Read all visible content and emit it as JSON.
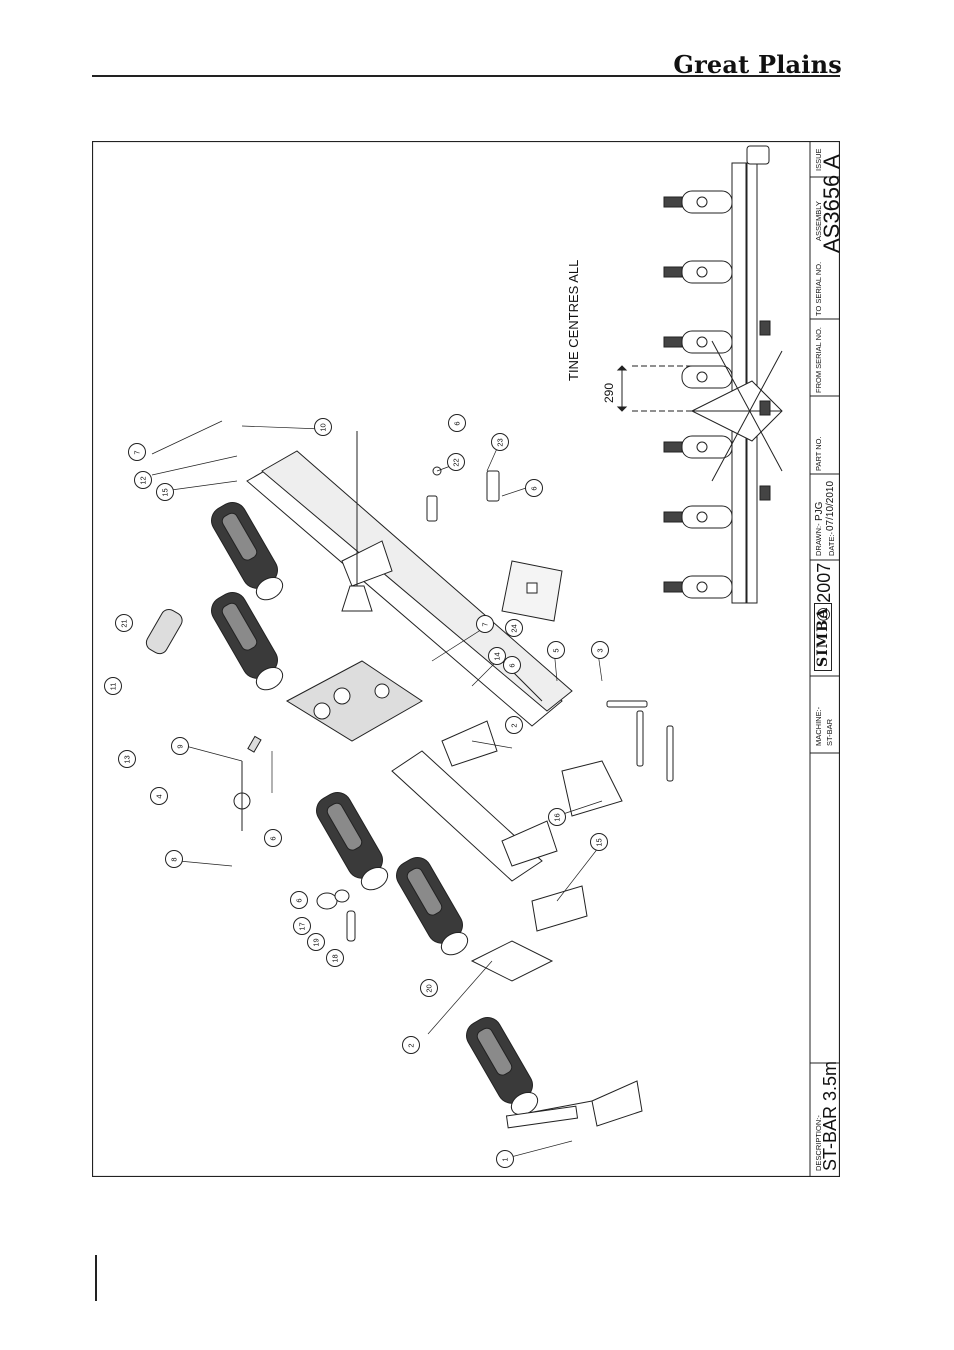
{
  "header": {
    "brand": "Great Plains"
  },
  "title_block": {
    "description_label": "DESCRIPTION:-",
    "description_value": "ST-BAR 3.5m",
    "machine_label": "MACHINE:-",
    "machine_value": "ST-BAR",
    "logo_text": "SIMBA",
    "copyright": "© 2007",
    "drawn_label": "DRAWN:-",
    "drawn_value": "PJG",
    "date_label": "DATE:-",
    "date_value": "07/10/2010",
    "part_no_label": "PART NO.",
    "from_serial_label": "FROM SERIAL NO.",
    "to_serial_label": "TO SERIAL NO.",
    "assembly_label": "ASSEMBLY",
    "assembly_value": "AS3656",
    "issue_label": "ISSUE",
    "issue_value": "A"
  },
  "plan_view": {
    "note": "TINE CENTRES ALL",
    "dimension": "290"
  },
  "balloons": [
    "1",
    "2",
    "2",
    "3",
    "4",
    "5",
    "6",
    "6",
    "6",
    "6",
    "6",
    "7",
    "7",
    "8",
    "9",
    "10",
    "11",
    "12",
    "13",
    "14",
    "15",
    "15",
    "16",
    "17",
    "18",
    "19",
    "20",
    "21",
    "22",
    "23",
    "24"
  ],
  "colors": {
    "line": "#222222",
    "fill_dark": "#3a3a3a",
    "fill_mid": "#8a8a8a",
    "paper": "#ffffff"
  }
}
